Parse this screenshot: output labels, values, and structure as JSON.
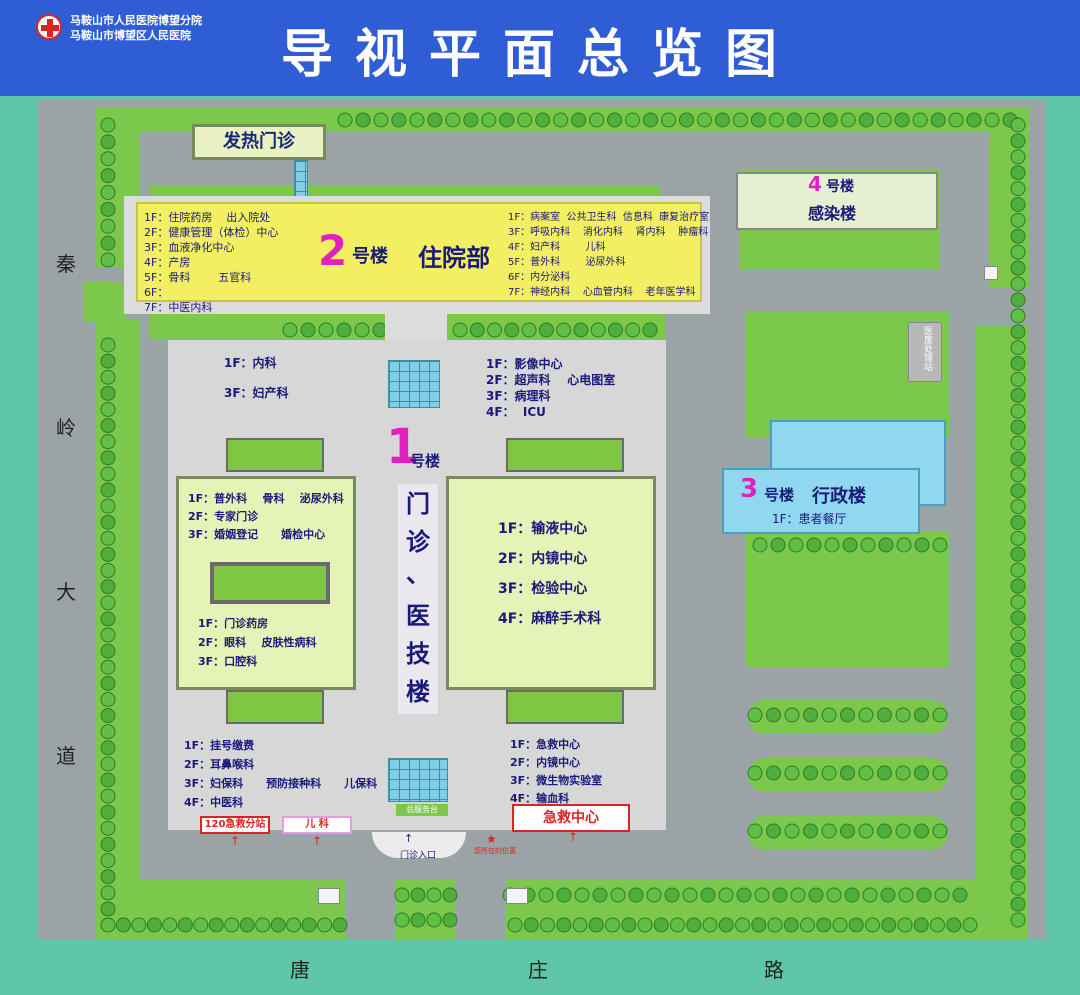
{
  "header": {
    "title": "导视平面总览图",
    "hospital_name_1": "马鞍山市人民医院博望分院",
    "hospital_name_2": "马鞍山市博望区人民医院",
    "logo": "red-cross-icon"
  },
  "streets": {
    "west": [
      "秦",
      "岭",
      "大",
      "道"
    ],
    "south": [
      "唐",
      "庄",
      "路"
    ]
  },
  "fever_clinic": "发热门诊",
  "building2": {
    "number": "2",
    "suffix": "号楼",
    "name": "住院部",
    "left_floors": "1F：住院药房    出入院处\n2F：健康管理（体检）中心\n3F：血液净化中心\n4F：产房\n5F：骨科        五官科\n6F：\n7F：中医内科",
    "right_floors": "1F：病案室  公共卫生科  信息科  康复治疗室\n3F：呼吸内科    消化内科    肾内科    肿瘤科\n4F：妇产科        儿科\n5F：普外科        泌尿外科\n6F：内分泌科\n7F：神经内科    心血管内科    老年医学科"
  },
  "building1": {
    "number": "1",
    "suffix": "号楼",
    "name_vertical": [
      "门",
      "诊",
      "、",
      "医",
      "技",
      "楼"
    ],
    "north_left": "1F：内科\n\n3F：妇产科",
    "north_right": "1F：影像中心\n2F：超声科    心电图室\n3F：病理科\n4F：  ICU",
    "west_upper": "1F：普外科    骨科    泌尿外科\n2F：专家门诊\n3F：婚姻登记      婚检中心",
    "west_lower": "1F：门诊药房\n2F：眼科    皮肤性病科\n3F：口腔科",
    "east_center": "1F：输液中心\n2F：内镜中心\n3F：检验中心\n4F：麻醉手术科",
    "south_left": "1F：挂号缴费\n2F：耳鼻喉科\n3F：妇保科      预防接种科      儿保科\n4F：中医科",
    "south_right": "1F：急救中心\n2F：内镜中心\n3F：微生物实验室\n4F：输血科",
    "station_120": "120急救分站",
    "pediatrics": "儿    科",
    "emergency": "急救中心",
    "info_desk": "总服务台",
    "entrance": "门诊入口",
    "you_are_here": "您所在的位置"
  },
  "building3": {
    "number": "3",
    "suffix": "号楼",
    "name": "行政楼",
    "floor": "1F：患者餐厅"
  },
  "building4": {
    "number": "4",
    "suffix": "号楼",
    "name": "感染楼"
  },
  "waste_station": "医废处理站",
  "colors": {
    "header_blue": "#2f5dd6",
    "lawn_green": "#7cc84a",
    "building_yellow": "#f2ef63",
    "label_navy": "#1a1a7a",
    "number_magenta": "#e020c0",
    "emergency_red": "#dd2222"
  }
}
